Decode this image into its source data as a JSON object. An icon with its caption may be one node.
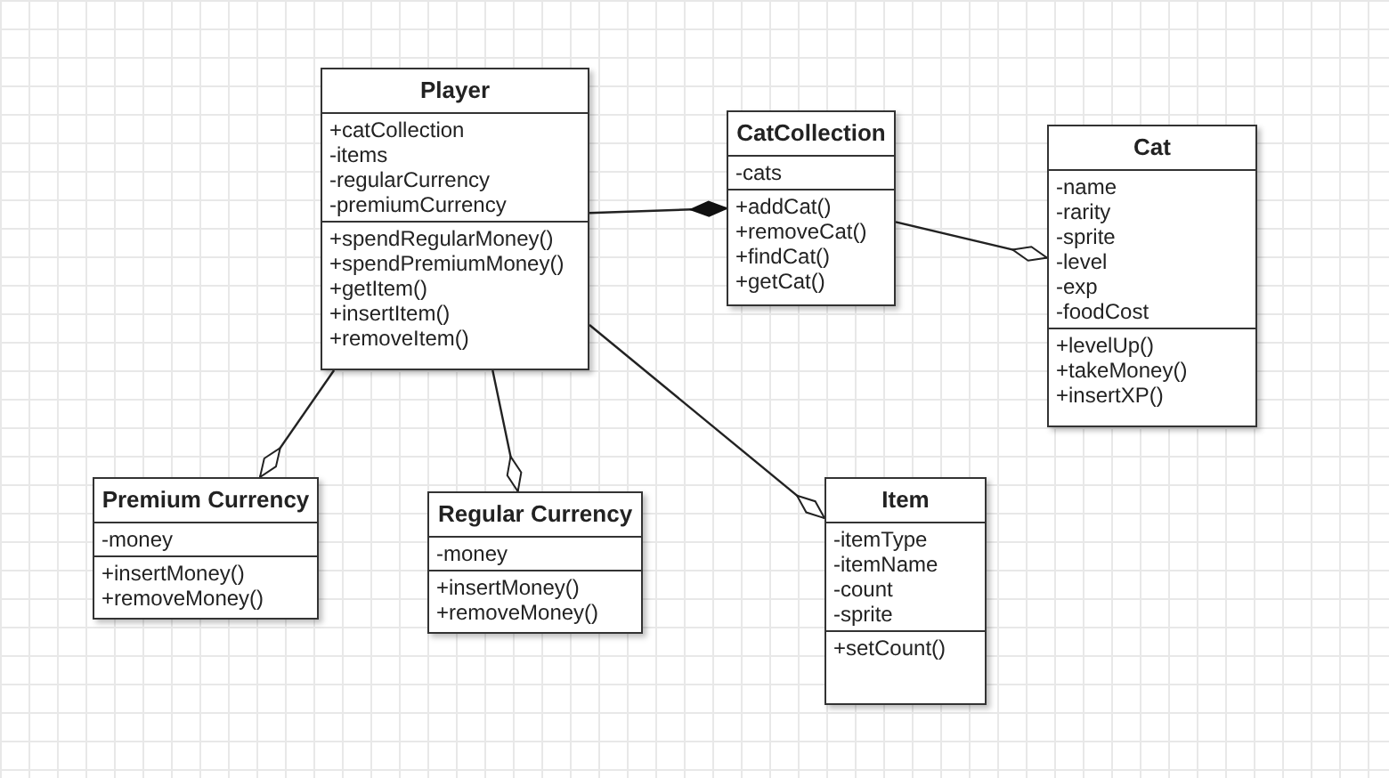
{
  "diagram": {
    "nodes": [
      {
        "text": [
          "Player",
          "+catCollection -items -regularCurrency -premiumCurrency",
          "+spendRegularMoney() +spendPremiumMoney() +getItem() +insertItem() +removeItem()"
        ]
      },
      {
        "text": [
          "CatCollection",
          "-cats",
          "+addCat() +removeCat() +findCat() +getCat()"
        ]
      },
      {
        "text": [
          "Cat",
          "-name -rarity -sprite -level -exp -foodCost",
          "+levelUp() +takeMoney() +insertXP()"
        ]
      },
      {
        "text": [
          "Premium Currency",
          "-money",
          "+insertMoney() +removeMoney()"
        ]
      },
      {
        "text": [
          "Regular Currency",
          "-money",
          "+insertMoney() +removeMoney()"
        ]
      },
      {
        "text": [
          "Item",
          "-itemType -itemName -count -sprite",
          "+setCount()"
        ]
      }
    ],
    "edges": [
      {
        "from": 0,
        "to": 1,
        "arrow": "other"
      },
      {
        "from": 1,
        "to": 2,
        "arrow": "other"
      },
      {
        "from": 0,
        "to": 3,
        "arrow": "other"
      },
      {
        "from": 0,
        "to": 4,
        "arrow": "other"
      },
      {
        "from": 0,
        "to": 5,
        "arrow": "other"
      }
    ]
  }
}
